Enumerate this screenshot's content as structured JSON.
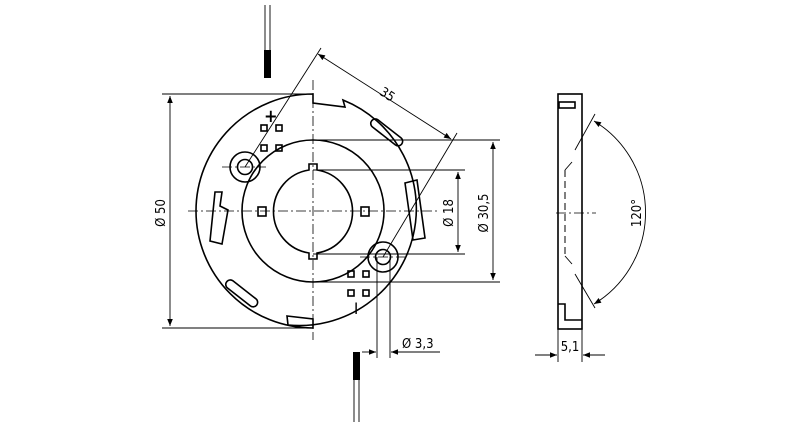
{
  "drawing": {
    "front_view": {
      "dimensions": {
        "outer_diameter": "Ø 50",
        "inner_ring_diameter": "Ø 30,5",
        "center_opening_diameter": "Ø 18",
        "hole_diameter": "Ø 3,3",
        "hole_spacing": "35"
      },
      "markings": {
        "positive": "+",
        "negative": "I"
      }
    },
    "side_view": {
      "dimensions": {
        "thickness": "5,1",
        "beam_angle": "120°"
      }
    },
    "colors": {
      "line": "#000000",
      "background": "#ffffff"
    }
  }
}
